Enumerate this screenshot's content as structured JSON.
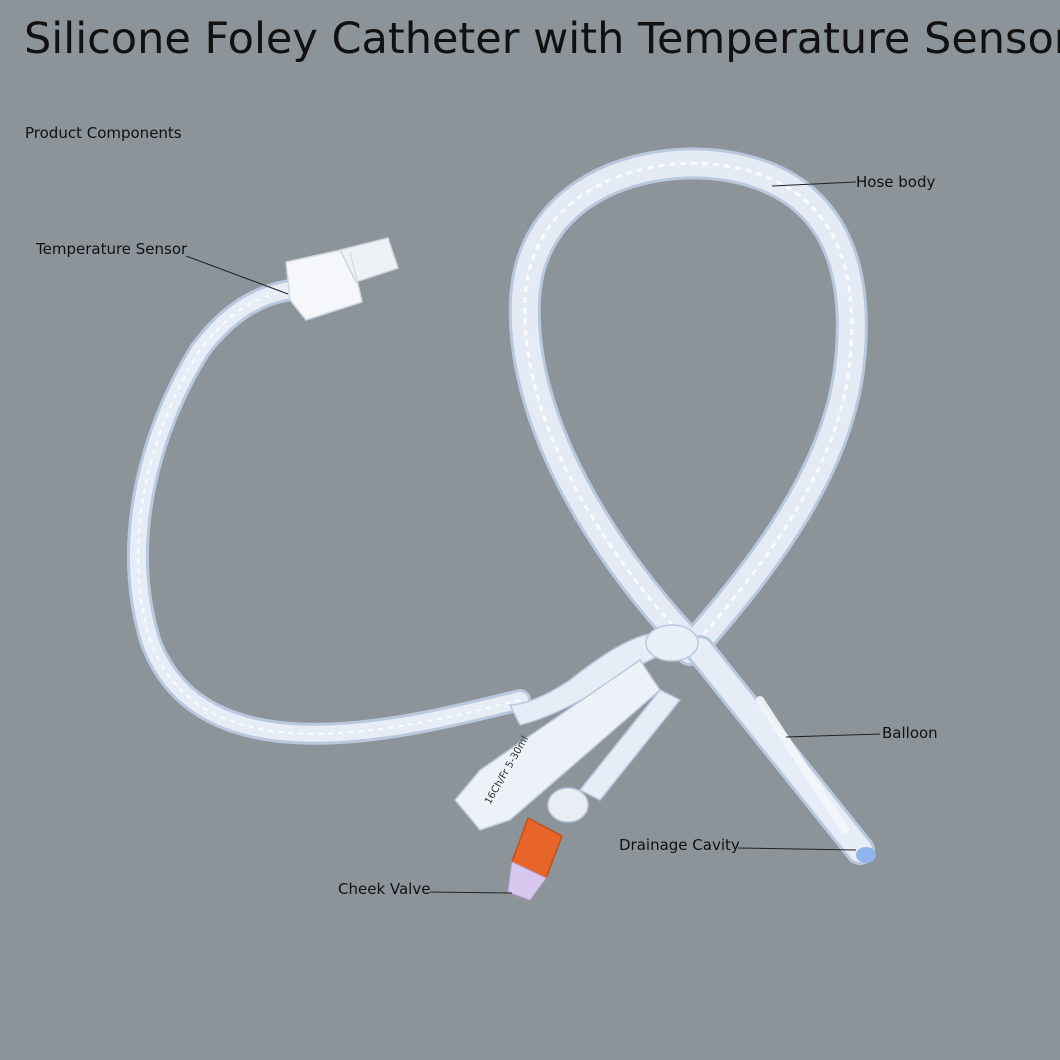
{
  "title": "Silicone Foley Catheter with Temperature Sensor",
  "subtitle": "Product Components",
  "labels": {
    "temperature_sensor": "Temperature Sensor",
    "hose_body": "Hose body",
    "balloon": "Balloon",
    "drainage_cavity": "Drainage Cavity",
    "check_valve": "Cheek Valve"
  },
  "marking": "16Ch/Fr 5-30ml",
  "colors": {
    "background": "#8c9399",
    "tube": "#dfe7f2",
    "tube_edge": "#b9c8dc",
    "valve": "#e8652a",
    "tip": "#8fb4ec"
  }
}
